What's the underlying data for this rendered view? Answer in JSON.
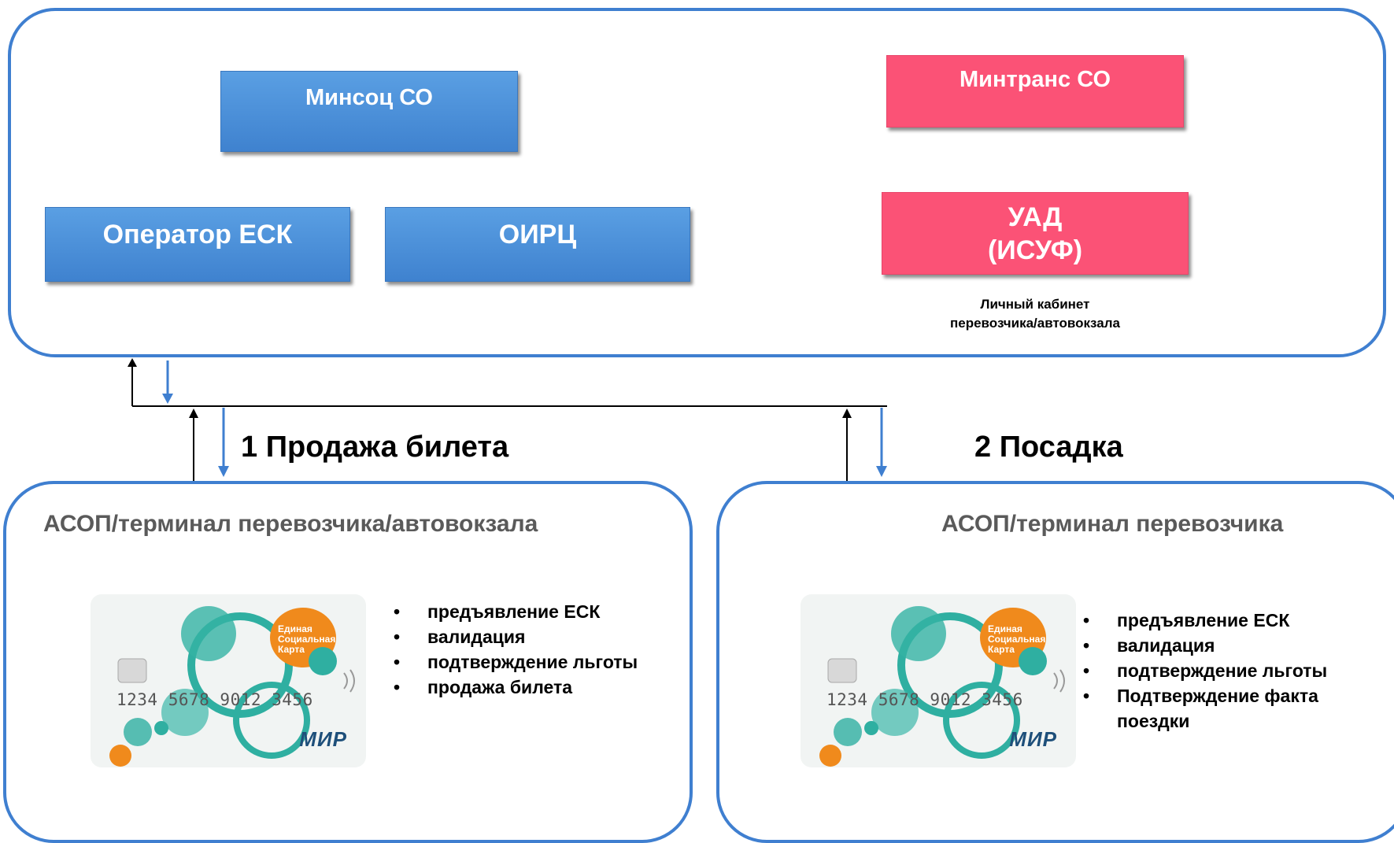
{
  "top_block": {
    "minsoc": "Минсоц СО",
    "operator": "Оператор ЕСК",
    "oirc": "ОИРЦ",
    "mintrans": "Минтранс СО",
    "uad_line1": "УАД",
    "uad_line2": "(ИСУФ)",
    "cabinet_line1": "Личный кабинет",
    "cabinet_line2": "перевозчика/автовокзала"
  },
  "flows": {
    "sale": "1 Продажа билета",
    "boarding": "2 Посадка"
  },
  "left_panel": {
    "title": "АСОП/терминал перевозчика/автовокзала",
    "items": [
      "предъявление ЕСК",
      "валидация",
      "подтверждение льготы",
      "продажа билета"
    ]
  },
  "right_panel": {
    "title": "АСОП/терминал перевозчика",
    "items": [
      "предъявление ЕСК",
      "валидация",
      "подтверждение льготы",
      "Подтверждение факта поездки"
    ]
  },
  "card": {
    "number": "1234 5678 9012 3456",
    "title": "Единая Социальная Карта",
    "logo": "МИР"
  },
  "colors": {
    "panel_border": "#3F7FD0",
    "blue_box": "#4A90D9",
    "pink_box": "#FB5276",
    "arrow_blue": "#3F7FD0",
    "arrow_black": "#000000"
  }
}
